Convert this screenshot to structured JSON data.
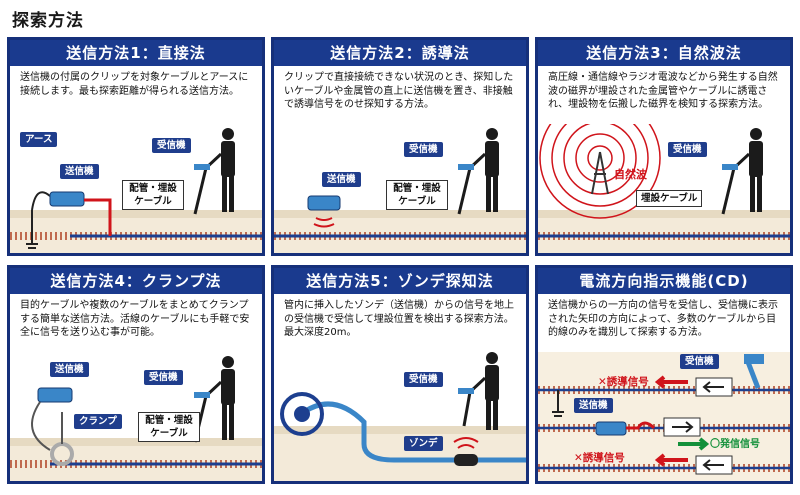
{
  "page": {
    "title": "探索方法"
  },
  "cards": [
    {
      "title": "送信方法1：直接法",
      "desc": "送信機の付属のクリップを対象ケーブルとアースに接続します。最も探索距離が得られる送信方法。",
      "labels": {
        "earth": "アース",
        "transmitter": "送信機",
        "receiver": "受信機",
        "pipe": "配管・埋設ケーブル"
      }
    },
    {
      "title": "送信方法2：誘導法",
      "desc": "クリップで直接接続できない状況のとき、探知したいケーブルや金属管の直上に送信機を置き、非接触で誘導信号をのせ探知する方法。",
      "labels": {
        "transmitter": "送信機",
        "receiver": "受信機",
        "pipe": "配管・埋設ケーブル"
      }
    },
    {
      "title": "送信方法3：自然波法",
      "desc": "高圧線・通信線やラジオ電波などから発生する自然波の磁界が埋設された金属管やケーブルに誘電され、埋設物を伝搬した磁界を検知する探索方法。",
      "labels": {
        "wave": "自然波",
        "receiver": "受信機",
        "cable": "埋設ケーブル"
      }
    },
    {
      "title": "送信方法4：クランプ法",
      "desc": "目的ケーブルや複数のケーブルをまとめてクランプする簡単な送信方法。活線のケーブルにも手軽で安全に信号を送り込む事が可能。",
      "labels": {
        "transmitter": "送信機",
        "clamp": "クランプ",
        "receiver": "受信機",
        "pipe": "配管・埋設ケーブル"
      }
    },
    {
      "title": "送信方法5：ゾンデ探知法",
      "desc": "管内に挿入したゾンデ（送信機）からの信号を地上の受信機で受信して埋設位置を検出する探索方法。最大深度20m。",
      "labels": {
        "receiver": "受信機",
        "sonde": "ゾンデ"
      }
    },
    {
      "title": "電流方向指示機能(CD)",
      "desc": "送信機からの一方向の信号を受信し、受信機に表示された矢印の方向によって、多数のケーブルから目的線のみを識別して探索する方法。",
      "labels": {
        "receiver": "受信機",
        "transmitter": "送信機",
        "induced1": "✕誘導信号",
        "induced2": "✕誘導信号",
        "sent": "〇発信信号"
      }
    }
  ],
  "colors": {
    "header": "#1a3a8e",
    "border": "#16307a",
    "red": "#d0141b",
    "green": "#13903a",
    "device_blue": "#3a86c8"
  }
}
